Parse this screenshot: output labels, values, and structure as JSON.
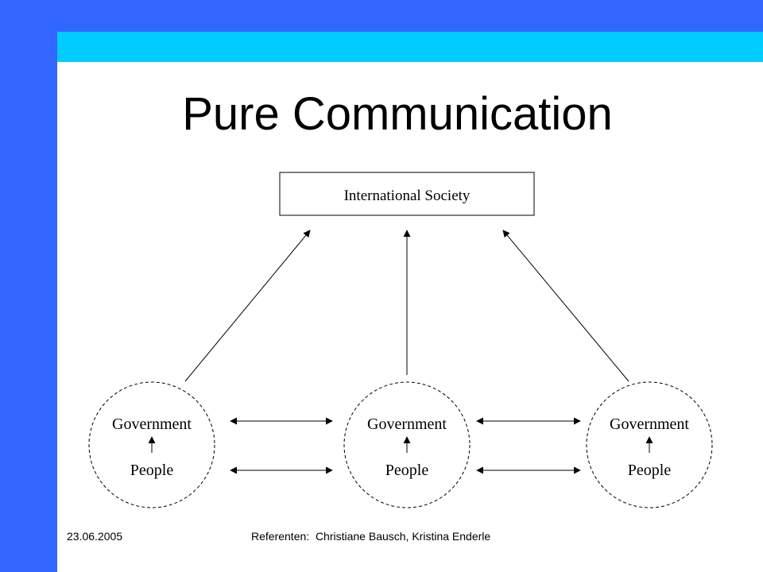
{
  "slide": {
    "title": "Pure Communication",
    "colors": {
      "frame": "#3366ff",
      "band": "#00ccff"
    }
  },
  "diagram": {
    "top_node": "International Society",
    "actors": [
      {
        "government": "Government",
        "people": "People"
      },
      {
        "government": "Government",
        "people": "People"
      },
      {
        "government": "Government",
        "people": "People"
      }
    ]
  },
  "footer": {
    "date": "23.06.2005",
    "presenters": "Referenten:  Christiane Bausch, Kristina Enderle"
  }
}
